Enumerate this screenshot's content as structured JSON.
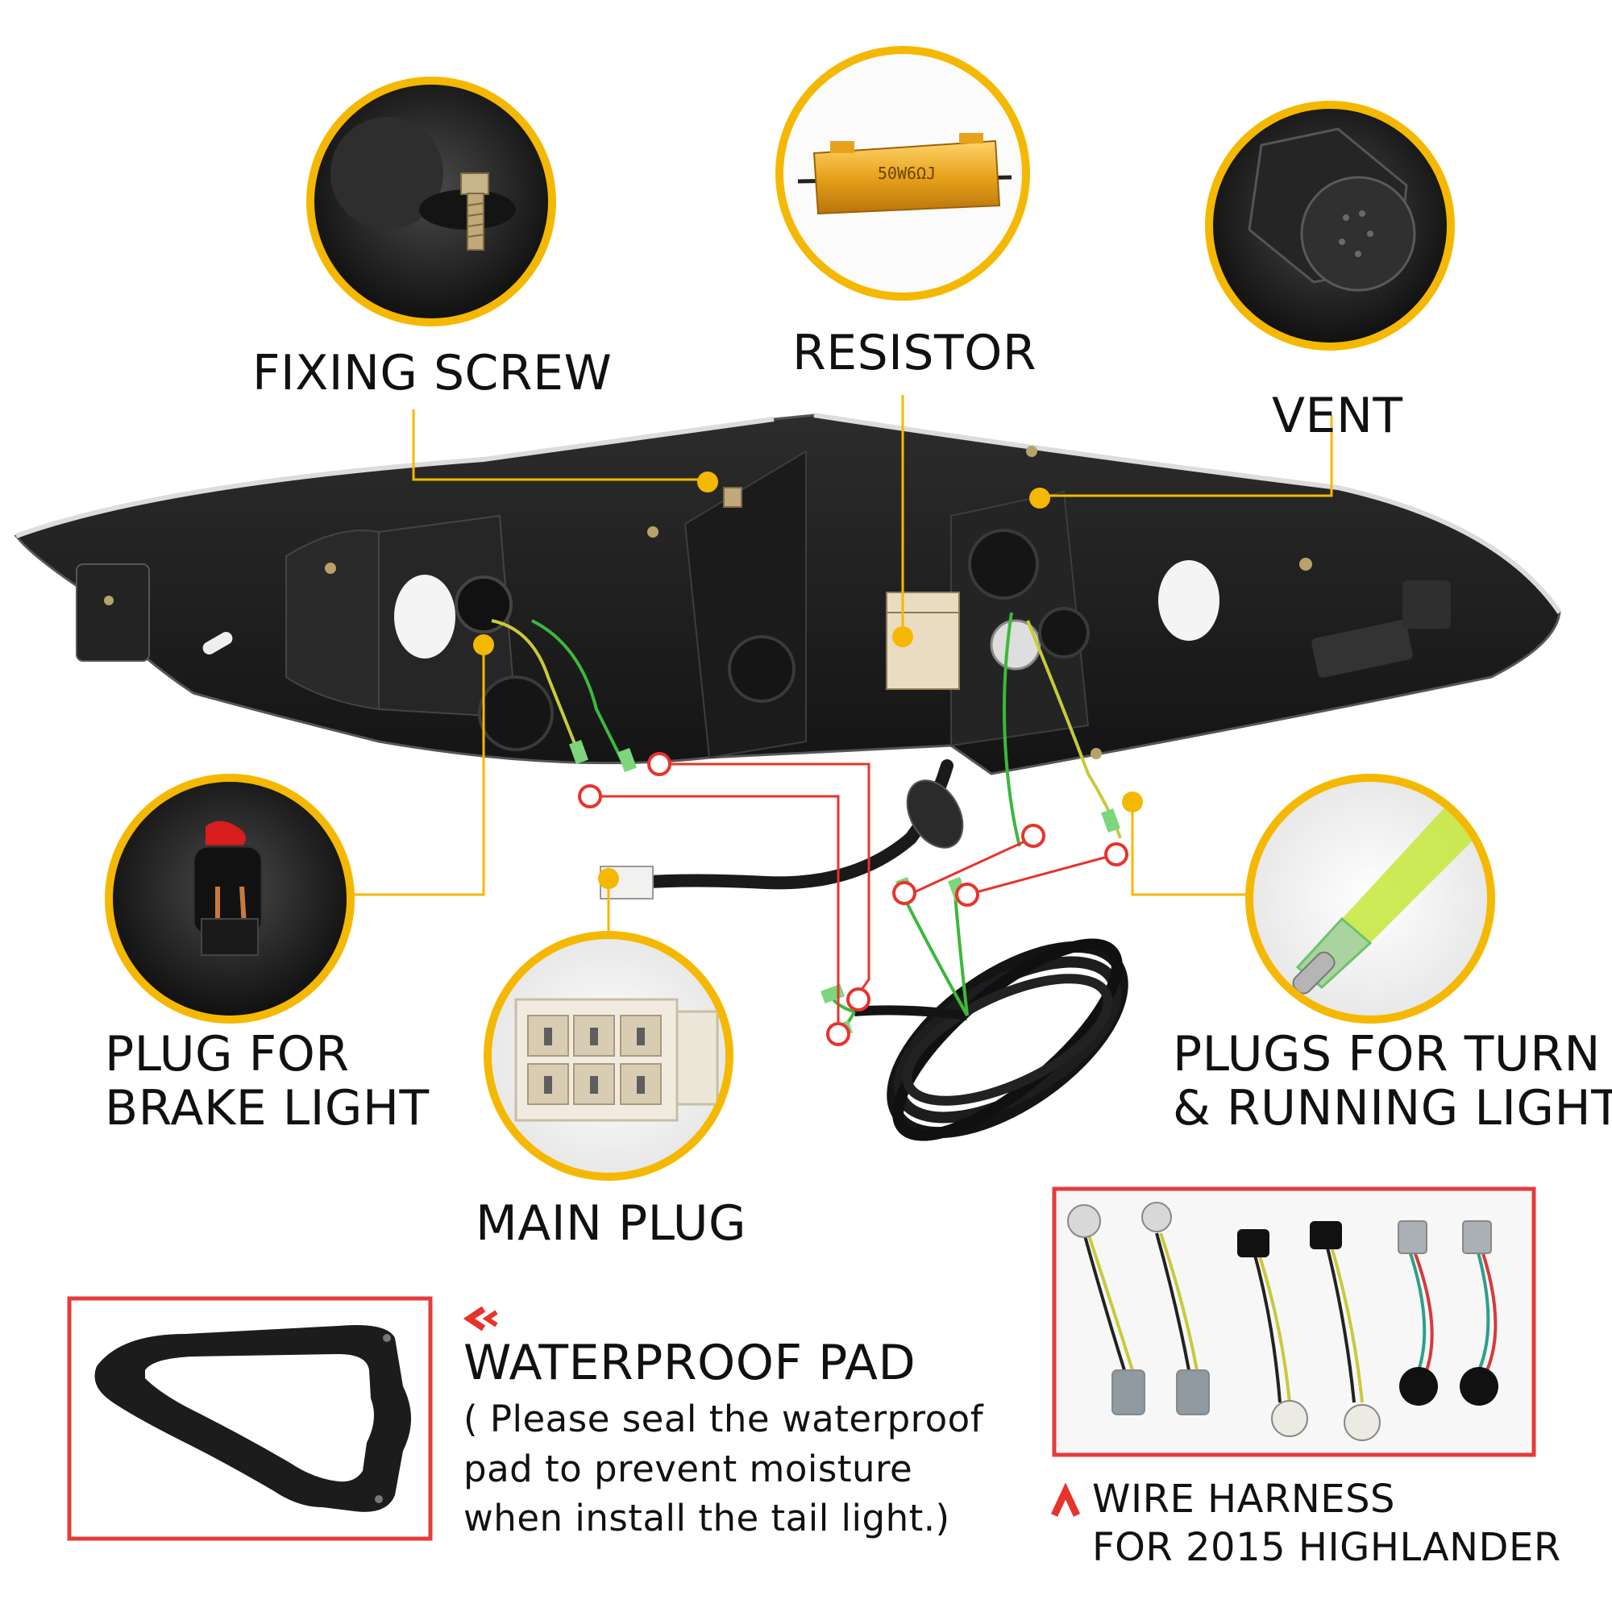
{
  "callouts": {
    "fixing_screw": "FIXING SCREW",
    "resistor": "RESISTOR",
    "vent": "VENT",
    "brake_light": [
      "PLUG FOR",
      "BRAKE LIGHT"
    ],
    "main_plug": "MAIN PLUG",
    "turn_running": [
      "PLUGS FOR TURN",
      "& RUNNING LIGHT"
    ]
  },
  "resistor_marking": "50W6ΩJ",
  "waterproof_pad": {
    "title": "WATERPROOF PAD",
    "note": [
      "( Please seal the waterproof",
      "pad to prevent moisture",
      "when install the tail light.)"
    ]
  },
  "wire_harness": [
    "WIRE HARNESS",
    "FOR 2015 HIGHLANDER"
  ],
  "colors": {
    "callout_yellow": "#f5b800",
    "frame_red": "#e63b3b",
    "marker_red": "#e8332d",
    "housing": "#1e1e1e",
    "wire_green": "#3cb83c"
  }
}
